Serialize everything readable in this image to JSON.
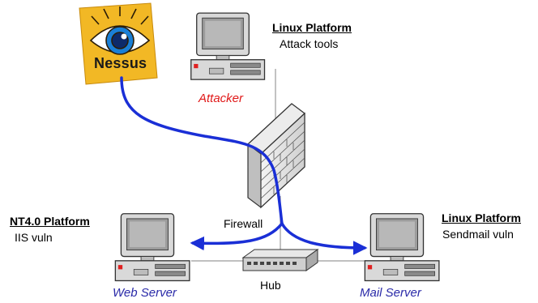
{
  "nessus": {
    "logo_text": "Nessus"
  },
  "attacker": {
    "name": "Attacker",
    "platform": "Linux Platform",
    "detail": "Attack tools"
  },
  "firewall": {
    "label": "Firewall"
  },
  "hub": {
    "label": "Hub"
  },
  "web_server": {
    "name": "Web Server",
    "platform": "NT4.0 Platform",
    "detail": "IIS vuln"
  },
  "mail_server": {
    "name": "Mail Server",
    "platform": "Linux Platform",
    "detail": "Sendmail vuln"
  },
  "colors": {
    "attack_path": "#1a2fd6",
    "network_link": "#9a9a9a",
    "nessus_background": "#f2b825",
    "attacker_label": "#e01818",
    "server_label": "#2a2aa8"
  }
}
